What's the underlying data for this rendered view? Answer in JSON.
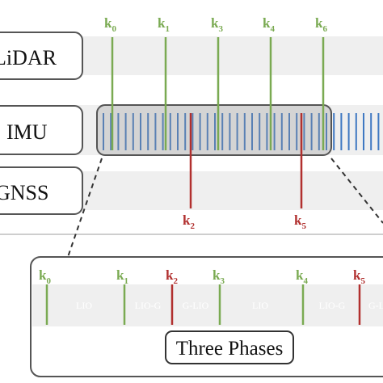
{
  "colors": {
    "green": "#7aaa52",
    "red": "#b1302f",
    "blue": "#3f78c2",
    "band": "#efefef",
    "box_stroke": "#555555"
  },
  "sensors": {
    "lidar": "LiDAR",
    "imu": "IMU",
    "gnss": "GNSS"
  },
  "top_keyframes": {
    "green": [
      {
        "base": "k",
        "sub": "0"
      },
      {
        "base": "k",
        "sub": "1"
      },
      {
        "base": "k",
        "sub": "3"
      },
      {
        "base": "k",
        "sub": "4"
      },
      {
        "base": "k",
        "sub": "6"
      }
    ],
    "red": [
      {
        "base": "k",
        "sub": "2"
      },
      {
        "base": "k",
        "sub": "5"
      }
    ]
  },
  "zoom": {
    "keyframes": [
      {
        "base": "k",
        "sub": "0",
        "color": "green"
      },
      {
        "base": "k",
        "sub": "1",
        "color": "green"
      },
      {
        "base": "k",
        "sub": "2",
        "color": "red"
      },
      {
        "base": "k",
        "sub": "3",
        "color": "green"
      },
      {
        "base": "k",
        "sub": "4",
        "color": "green"
      },
      {
        "base": "k",
        "sub": "5",
        "color": "red"
      }
    ],
    "phases": [
      "LIO",
      "LIO-G",
      "G-LIO",
      "LIO",
      "LIO-G",
      "G-LIO"
    ],
    "caption": "Three Phases"
  }
}
